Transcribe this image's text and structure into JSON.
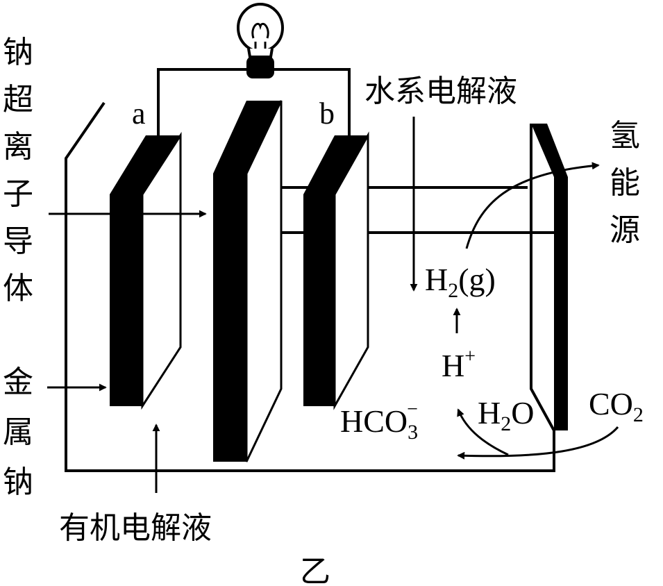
{
  "labels": {
    "sodium_superionic_conductor": "钠超离子导体",
    "metal_sodium": "金属钠",
    "organic_electrolyte": "有机电解液",
    "aqueous_electrolyte": "水系电解液",
    "hydrogen_energy": "氢能源",
    "figure_label": "乙",
    "electrode_a": "a",
    "electrode_b": "b"
  },
  "species": {
    "h2": {
      "base": "H",
      "sub": "2",
      "tail": "(g)"
    },
    "h_plus": {
      "base": "H",
      "sup": "+"
    },
    "hco3": {
      "base": "HCO",
      "sub": "3",
      "sup": "−"
    },
    "h2o": {
      "base": "H",
      "sub": "2",
      "tail": "O"
    },
    "co2": {
      "base": "CO",
      "sub": "2"
    }
  },
  "icons": [
    "light-bulb-icon"
  ],
  "colors": {
    "ink": "#000000",
    "background": "#ffffff"
  }
}
